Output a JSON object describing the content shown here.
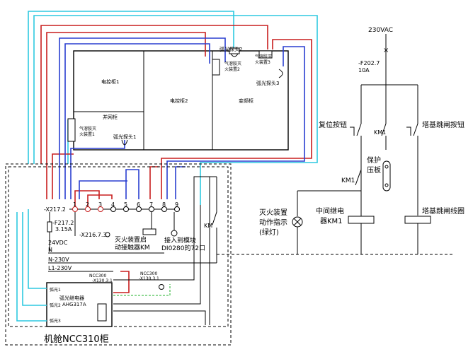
{
  "cabinets": {
    "control_cabinet_1": "电控柜1",
    "control_cabinet_2": "电控柜2",
    "grid_cabinet": "并网柜",
    "inverter_cabinet": "变频柜",
    "ncc310": "机舱NCC310柜"
  },
  "sensors": {
    "fire_device_1": [
      "气溶胶灭",
      "火装置1"
    ],
    "fire_device_2": [
      "气溶胶灭",
      "火装置2"
    ],
    "fire_device_3": [
      "气溶胶灭",
      "火装置3"
    ],
    "arc_probe_1": "弧光探头1",
    "arc_probe_2": "弧光探头2",
    "arc_probe_3": "弧光探头3"
  },
  "terminals": {
    "x217": "-X217.2",
    "numbers": [
      "1",
      "2",
      "3",
      "4",
      "5",
      "6",
      "7",
      "8",
      "9"
    ],
    "x216": "-X216.7.3",
    "f217": [
      "-F217.2",
      "3.15A"
    ],
    "dc24": "24VDC",
    "n": "N",
    "n230": "N-230V",
    "l1230": "L1-230V"
  },
  "notes": {
    "fire_start": [
      "灭火装置启",
      "动接触器KM"
    ],
    "module_in": [
      "接入到模块",
      "DI0280的72口"
    ],
    "km_left": "KM",
    "ncc300_a": [
      "NCC300",
      "-X130.3.1"
    ],
    "ncc300_b": [
      "NCC300",
      "-X130.3.1"
    ],
    "relay_label": [
      "弧光继电器",
      "AHG317A"
    ],
    "relay_arcs": [
      "弧光1",
      "弧光2",
      "弧光3"
    ]
  },
  "right_circuit": {
    "supply": "230VAC",
    "fuse": [
      "-F202.7",
      "10A"
    ],
    "reset_button": "复位按钮",
    "km1_top": "KM1",
    "trip_button": "塔基跳闸按钮",
    "protect_board": [
      "保护",
      "压板"
    ],
    "km1_left": "KM1",
    "indicator": [
      "灭火装置",
      "动作指示",
      "(绿灯)"
    ],
    "relay_coil": [
      "中间继电",
      "器KM1"
    ],
    "trip_coil": "塔基跳闸线圈"
  },
  "colors": {
    "red": "#c81e1e",
    "blue": "#2a3fd0",
    "cyan": "#2ec9e0",
    "green": "#1fb02a"
  }
}
